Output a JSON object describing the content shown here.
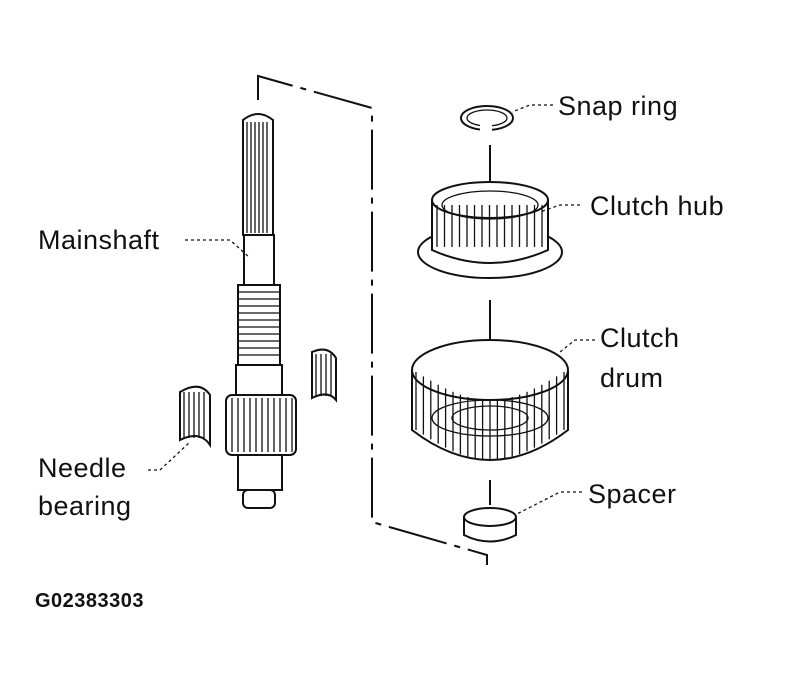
{
  "labels": {
    "mainshaft": "Mainshaft",
    "needle_bearing_line1": "Needle",
    "needle_bearing_line2": "bearing",
    "snap_ring": "Snap  ring",
    "clutch_hub": "Clutch  hub",
    "clutch_drum_line1": "Clutch",
    "clutch_drum_line2": "drum",
    "spacer": "Spacer"
  },
  "figure_code": "G02383303"
}
